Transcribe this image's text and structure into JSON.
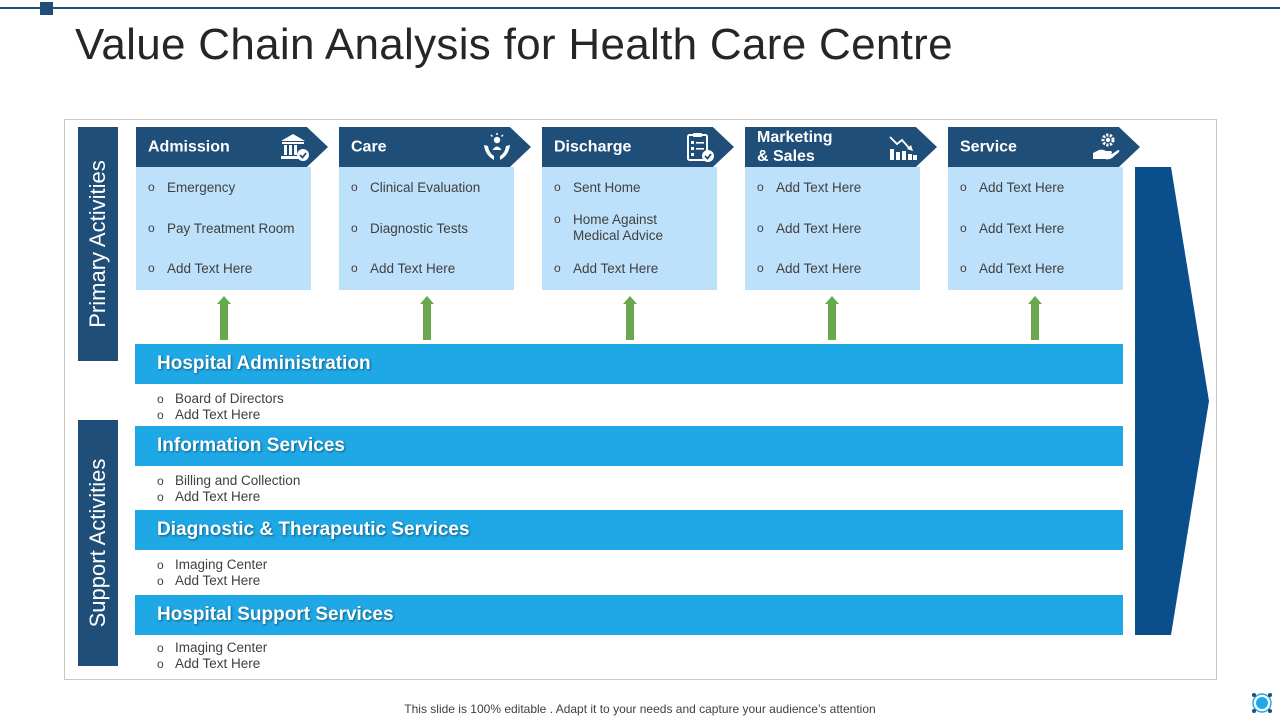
{
  "slide": {
    "title": "Value Chain Analysis for Health Care Centre",
    "footer": "This slide is 100% editable . Adapt it to your needs and capture your audience’s attention"
  },
  "side_labels": {
    "primary": "Primary Activities",
    "support": "Support Activities"
  },
  "primary": [
    {
      "label": "Admission",
      "icon": "bank-check-icon",
      "items": [
        "Emergency",
        "Pay Treatment  Room",
        "Add Text Here"
      ]
    },
    {
      "label": "Care",
      "icon": "hands-caring-icon",
      "items": [
        "Clinical Evaluation",
        "Diagnostic Tests",
        "Add Text Here"
      ]
    },
    {
      "label": "Discharge",
      "icon": "clipboard-check-icon",
      "items": [
        "Sent Home",
        "Home Against Medical Advice",
        "Add Text Here"
      ]
    },
    {
      "label": "Marketing\n& Sales",
      "icon": "sales-chart-icon",
      "items": [
        "Add Text Here",
        "Add Text Here",
        "Add Text Here"
      ]
    },
    {
      "label": "Service",
      "icon": "gear-hand-icon",
      "items": [
        "Add Text Here",
        "Add Text Here",
        "Add Text Here"
      ]
    }
  ],
  "support": [
    {
      "label": "Hospital Administration",
      "items": [
        "Board of Directors",
        "Add Text Here"
      ]
    },
    {
      "label": "Information Services",
      "items": [
        "Billing and Collection",
        "Add Text Here"
      ]
    },
    {
      "label": "Diagnostic & Therapeutic Services",
      "items": [
        "Imaging Center",
        "Add Text Here"
      ]
    },
    {
      "label": "Hospital Support Services",
      "items": [
        "Imaging Center",
        "Add Text Here"
      ]
    }
  ],
  "bullet_glyph": "o",
  "colors": {
    "navy": "#1f4e79",
    "light_blue": "#bde1fb",
    "band_blue": "#1ea8e6",
    "arrow_blue": "#0a4f8c",
    "green": "#6aa84f"
  }
}
